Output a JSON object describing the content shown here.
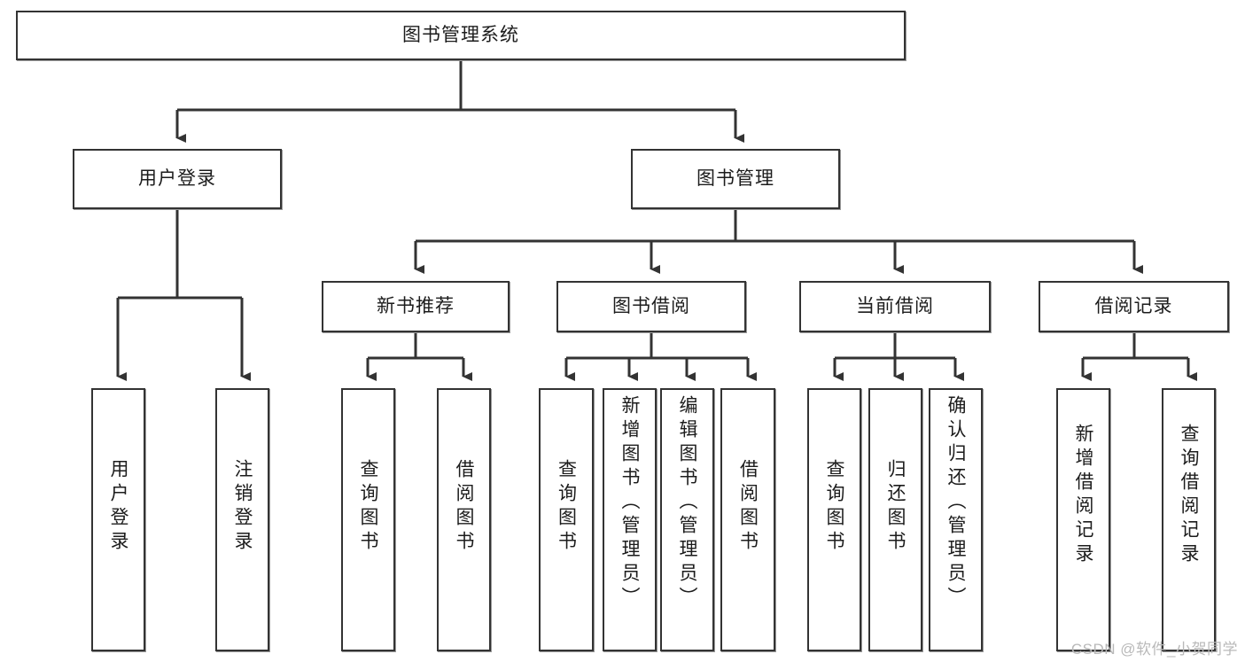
{
  "diagram": {
    "title": "图书管理系统",
    "type": "hierarchy-tree",
    "watermark": "CSDN @软件_小贺同学",
    "colors": {
      "box_border": "#333333",
      "box_fill": "#ffffff",
      "line": "#333333",
      "text": "#1c1c1c",
      "watermark": "#b9b9b9"
    },
    "levels": {
      "root": {
        "label": "图书管理系统"
      },
      "level2": [
        {
          "id": "user-login",
          "label": "用户登录"
        },
        {
          "id": "book-management",
          "label": "图书管理"
        }
      ],
      "level3": [
        {
          "id": "new-book-recommend",
          "label": "新书推荐"
        },
        {
          "id": "book-borrow",
          "label": "图书借阅"
        },
        {
          "id": "current-borrow",
          "label": "当前借阅"
        },
        {
          "id": "borrow-record",
          "label": "借阅记录"
        }
      ],
      "leaves": {
        "user_login": [
          {
            "id": "leaf-user-login",
            "label": "用户登录"
          },
          {
            "id": "leaf-logout-login",
            "label": "注销登录"
          }
        ],
        "new_book_recommend": [
          {
            "id": "leaf-query-book-1",
            "label": "查询图书"
          },
          {
            "id": "leaf-borrow-book-1",
            "label": "借阅图书"
          }
        ],
        "book_borrow": [
          {
            "id": "leaf-query-book-2",
            "label": "查询图书"
          },
          {
            "id": "leaf-add-book",
            "label": "新增图书（管理员）"
          },
          {
            "id": "leaf-edit-book",
            "label": "编辑图书（管理员）"
          },
          {
            "id": "leaf-borrow-book-2",
            "label": "借阅图书"
          }
        ],
        "current_borrow": [
          {
            "id": "leaf-query-book-3",
            "label": "查询图书"
          },
          {
            "id": "leaf-return-book",
            "label": "归还图书"
          },
          {
            "id": "leaf-confirm-return",
            "label": "确认归还（管理员）"
          }
        ],
        "borrow_record": [
          {
            "id": "leaf-add-record",
            "label": "新增借阅记录"
          },
          {
            "id": "leaf-query-record",
            "label": "查询借阅记录"
          }
        ]
      }
    }
  }
}
